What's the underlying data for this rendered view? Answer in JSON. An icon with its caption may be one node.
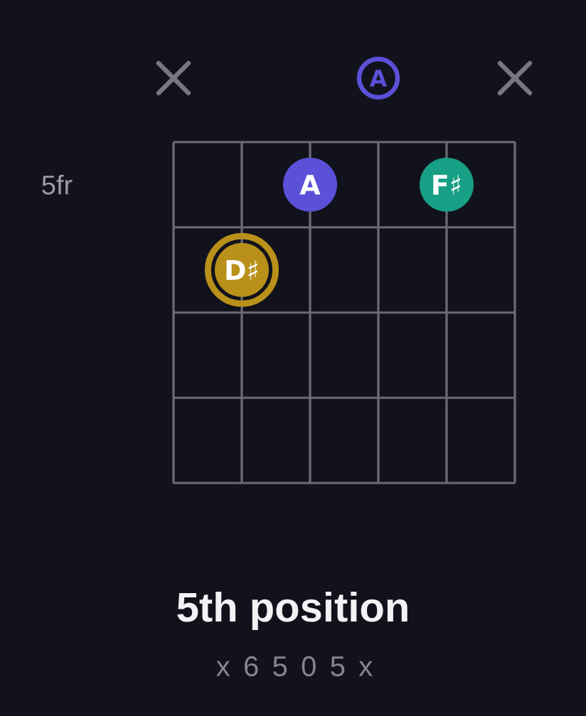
{
  "diagram": {
    "title": "5th position",
    "caption": "x 6 5 0 5 x",
    "nodes": [
      {
        "text": [
          "A"
        ]
      },
      {
        "text": [
          "A"
        ]
      },
      {
        "text": [
          "F♯"
        ]
      },
      {
        "text": [
          "D♯"
        ]
      }
    ],
    "labels": [
      "5fr"
    ]
  }
}
